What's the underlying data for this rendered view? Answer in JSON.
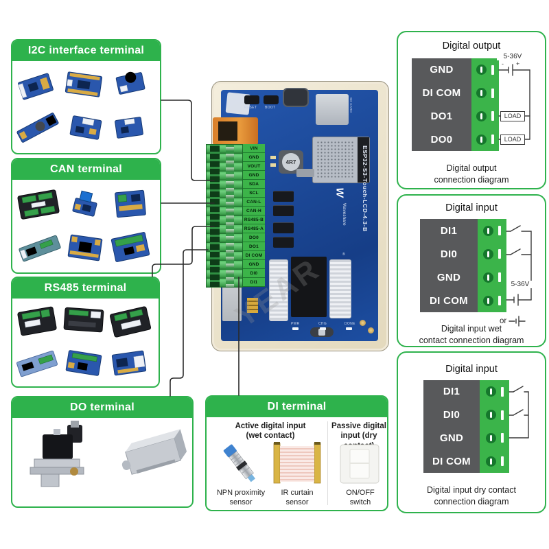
{
  "colors": {
    "accent_green": "#2eb24c",
    "terminal_green": "#3bb44a",
    "screw_green": "#15772c",
    "block_gray": "#58595b",
    "pcb_blue": "#1d4fa3",
    "frame_beige": "#ece3cc",
    "wire": "#333333"
  },
  "left_boxes": [
    {
      "title": "I2C interface terminal"
    },
    {
      "title": "CAN terminal"
    },
    {
      "title": "RS485 terminal"
    },
    {
      "title": "DO terminal"
    }
  ],
  "di_box": {
    "title": "DI terminal",
    "groups": [
      {
        "line1": "Active digital input",
        "line2": "(wet contact)"
      },
      {
        "line1": "Passive digital",
        "line2": "input (dry contact)"
      }
    ],
    "items": [
      {
        "caption": "NPN proximity sensor"
      },
      {
        "caption": "IR curtain sensor"
      },
      {
        "caption": "ON/OFF switch"
      }
    ]
  },
  "board": {
    "title": "ESP32-S3-Touch-LCD-4.3-B",
    "brand": "Waveshare",
    "brand_mark": "®",
    "inductor_label": "4R7",
    "buttons": [
      "RESET",
      "BOOT"
    ],
    "sd_label": "SD CARD",
    "led_labels": [
      "PWR",
      "CHG",
      "DONE"
    ],
    "watermark": "YEAR",
    "terminals": [
      "VIN",
      "GND",
      "VOUT",
      "GND",
      "SDA",
      "SCL",
      "CAN-L",
      "CAN-H",
      "RS485-B",
      "RS485-A",
      "DO0",
      "DO1",
      "DI COM",
      "GND",
      "DI0",
      "DI1"
    ]
  },
  "right_boxes": [
    {
      "title": "Digital output",
      "pins": [
        "GND",
        "DI COM",
        "DO1",
        "DO0"
      ],
      "voltage_label": "5-36V",
      "load_label": "LOAD",
      "caption_lines": [
        "Digital output",
        "connection diagram"
      ]
    },
    {
      "title": "Digital input",
      "pins": [
        "DI1",
        "DI0",
        "GND",
        "DI COM"
      ],
      "voltage_label": "5-36V",
      "or_label": "or",
      "caption_lines": [
        "Digital input wet",
        "contact connection diagram"
      ]
    },
    {
      "title": "Digital input",
      "pins": [
        "DI1",
        "DI0",
        "GND",
        "DI COM"
      ],
      "caption_lines": [
        "Digital input dry contact",
        "connection diagram"
      ]
    }
  ],
  "symbols": {
    "minus": "-",
    "plus": "+"
  }
}
